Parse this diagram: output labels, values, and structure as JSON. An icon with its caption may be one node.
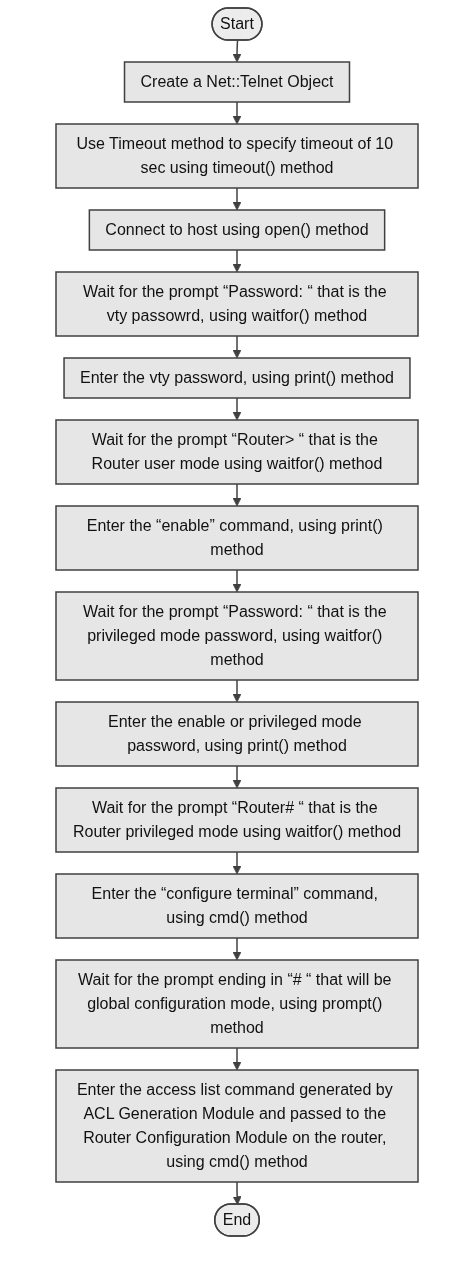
{
  "diagram": {
    "nodes": [
      {
        "text": [
          "Start"
        ]
      },
      {
        "text": [
          "Create a Net::Telnet Object"
        ]
      },
      {
        "text": [
          "Use Timeout method to specify timeout of 10 sec using timeout() method"
        ]
      },
      {
        "text": [
          "Connect to host using open() method"
        ]
      },
      {
        "text": [
          "Wait for the prompt “Password: “ that is the vty passowrd, using waitfor() method"
        ]
      },
      {
        "text": [
          "Enter the vty password, using print() method"
        ]
      },
      {
        "text": [
          "Wait for the prompt “Router> “ that is the Router user mode using waitfor() method"
        ]
      },
      {
        "text": [
          "Enter the “enable” command, using print() method"
        ]
      },
      {
        "text": [
          "Wait for the prompt “Password: “ that is the privileged mode password, using waitfor() method"
        ]
      },
      {
        "text": [
          "Enter the enable or privileged mode password, using print() method"
        ]
      },
      {
        "text": [
          "Wait for the prompt “Router# “ that is the Router privileged mode using waitfor() method"
        ]
      },
      {
        "text": [
          "Enter the “configure terminal” command, using cmd() method"
        ]
      },
      {
        "text": [
          "Wait for the prompt ending in “# “ that will be global configuration mode, using prompt() method"
        ]
      },
      {
        "text": [
          "Enter the access list command generated by ACL Generation Module and passed to the Router Configuration Module on the router, using cmd() method"
        ]
      },
      {
        "text": [
          "End"
        ]
      }
    ],
    "edges": [
      {
        "from": 0,
        "to": 1,
        "arrow": "to"
      },
      {
        "from": 1,
        "to": 2,
        "arrow": "to"
      },
      {
        "from": 2,
        "to": 3,
        "arrow": "to"
      },
      {
        "from": 3,
        "to": 4,
        "arrow": "to"
      },
      {
        "from": 4,
        "to": 5,
        "arrow": "to"
      },
      {
        "from": 5,
        "to": 6,
        "arrow": "to"
      },
      {
        "from": 6,
        "to": 7,
        "arrow": "to"
      },
      {
        "from": 7,
        "to": 8,
        "arrow": "to"
      },
      {
        "from": 8,
        "to": 9,
        "arrow": "to"
      },
      {
        "from": 9,
        "to": 10,
        "arrow": "to"
      },
      {
        "from": 10,
        "to": 11,
        "arrow": "to"
      },
      {
        "from": 11,
        "to": 12,
        "arrow": "to"
      },
      {
        "from": 12,
        "to": 13,
        "arrow": "to"
      },
      {
        "from": 13,
        "to": 14,
        "arrow": "to"
      }
    ]
  }
}
